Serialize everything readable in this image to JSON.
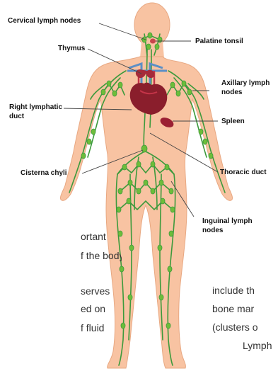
{
  "colors": {
    "skin": "#f8c3a2",
    "skin_edge": "#e8a882",
    "lymph": "#3c9a3c",
    "lymph_node": "#6dbd3a",
    "heart": "#8a1e2c",
    "vessel_blue": "#5b8fc6",
    "vessel_red": "#c43448",
    "spleen": "#9b2033",
    "tonsil": "#c8454c",
    "thymus": "#a52a3a"
  },
  "labels": {
    "cervical": "Cervical lymph nodes",
    "thymus": "Thymus",
    "palatine": "Palatine tonsil",
    "axillary_1": "Axillary lymph",
    "axillary_2": "nodes",
    "right_lymphatic_1": "Right lymphatic",
    "right_lymphatic_2": "duct",
    "spleen": "Spleen",
    "cisterna": "Cisterna chyli",
    "thoracic": "Thoracic duct",
    "inguinal_1": "Inguinal lymph",
    "inguinal_2": "nodes"
  },
  "background_text": {
    "left": [
      "ortant",
      "f the body",
      "",
      "serves",
      "ed on",
      "f fluid"
    ],
    "right": [
      "include th",
      "bone mar",
      "(clusters o",
      "Lymph"
    ]
  }
}
